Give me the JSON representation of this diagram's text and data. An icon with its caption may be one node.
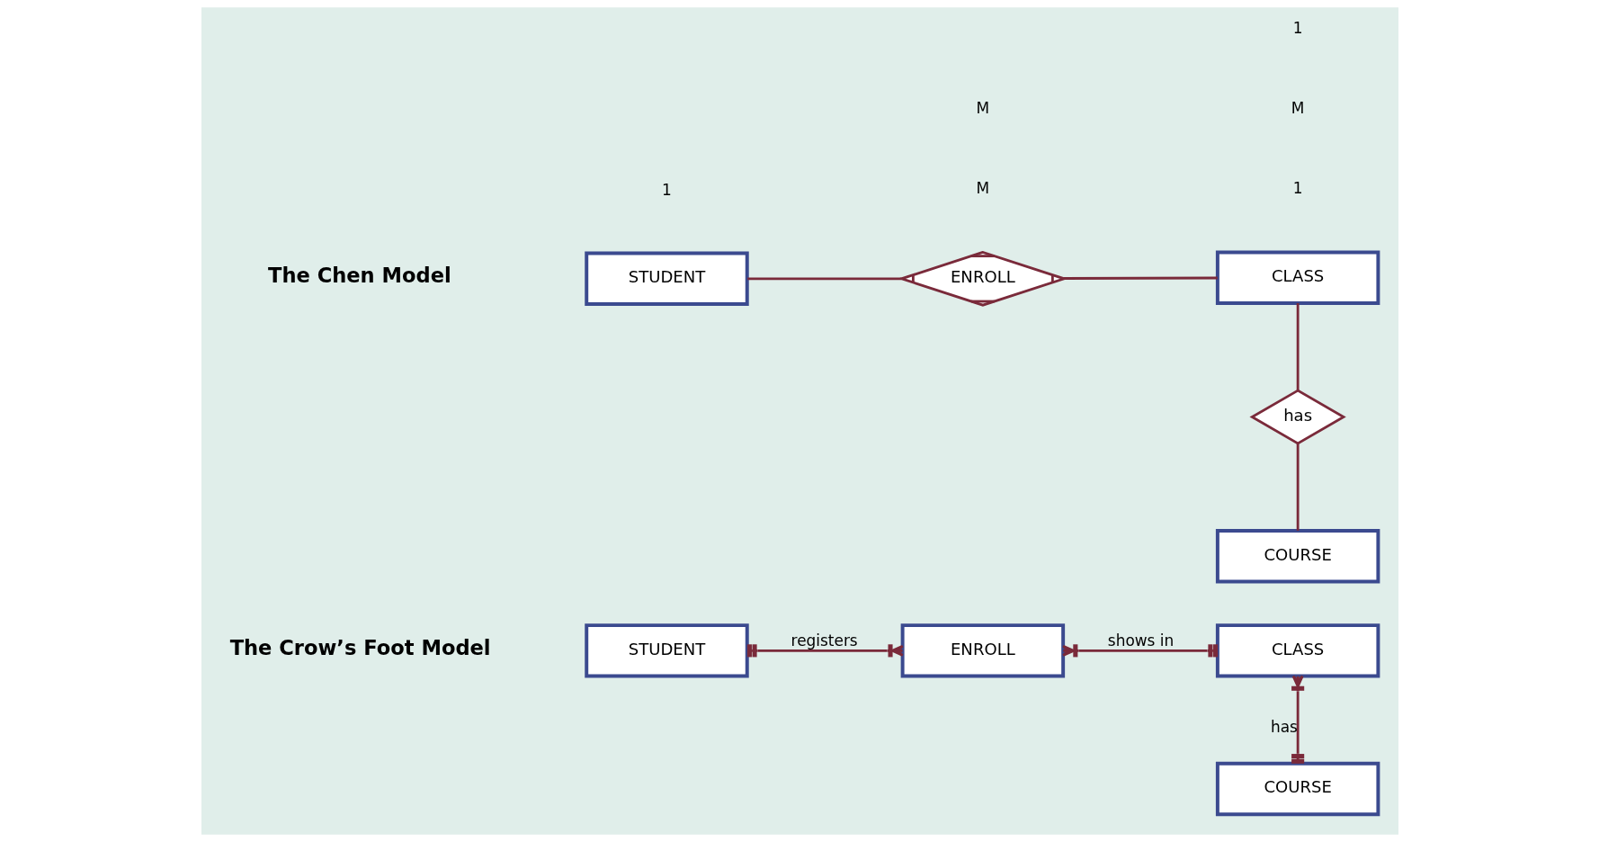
{
  "diagram": {
    "nodes": [
      {
        "text": [
          "COURSE"
        ]
      },
      {
        "text": [
          "STUDENT"
        ]
      },
      {
        "text": [
          "ENROLL"
        ]
      },
      {
        "text": [
          "CLASS"
        ]
      },
      {
        "text": [
          "COURSE"
        ]
      },
      {
        "text": [
          "has"
        ]
      },
      {
        "text": [
          "STUDENT"
        ]
      },
      {
        "text": [
          "ENROLL"
        ]
      },
      {
        "text": [
          "CLASS"
        ]
      }
    ],
    "edges": [
      {
        "from": 0,
        "to": 3,
        "arrow": "other",
        "label": "has"
      },
      {
        "from": 1,
        "to": 2,
        "arrow": "other",
        "label": "registers"
      },
      {
        "from": 2,
        "to": 3,
        "arrow": "other",
        "label": "shows in"
      },
      {
        "from": 4,
        "to": 5,
        "arrow": "none"
      },
      {
        "from": 5,
        "to": 8,
        "arrow": "none"
      },
      {
        "from": 6,
        "to": 7,
        "arrow": "none"
      },
      {
        "from": 7,
        "to": 8,
        "arrow": "none"
      }
    ],
    "labels": [
      "The Crow’s Foot Model",
      "The Chen Model",
      "1",
      "M",
      "1",
      "M",
      "M",
      "1"
    ]
  }
}
